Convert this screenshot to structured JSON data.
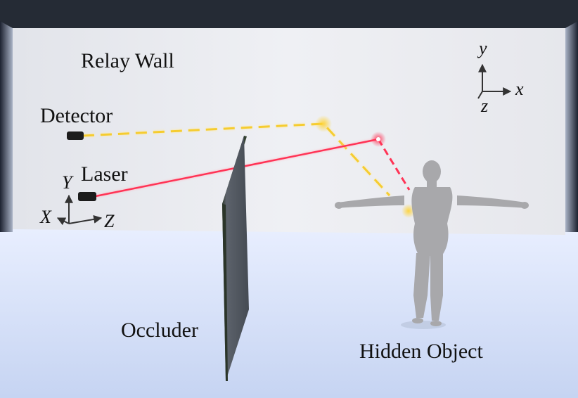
{
  "labels": {
    "relay_wall": "Relay Wall",
    "detector": "Detector",
    "laser": "Laser",
    "occluder": "Occluder",
    "hidden_object": "Hidden Object"
  },
  "wall_axes": {
    "y": "y",
    "x": "x",
    "z": "z"
  },
  "world_axes": {
    "y": "Y",
    "x": "X",
    "z": "Z"
  },
  "colors": {
    "laser_path": "#ff3355",
    "detector_path": "#f5cc30",
    "relay_wall": "#eceef3",
    "floor": "#dfe8fb",
    "occluder": "#4a5058",
    "hidden_object": "#a8a8ab"
  }
}
